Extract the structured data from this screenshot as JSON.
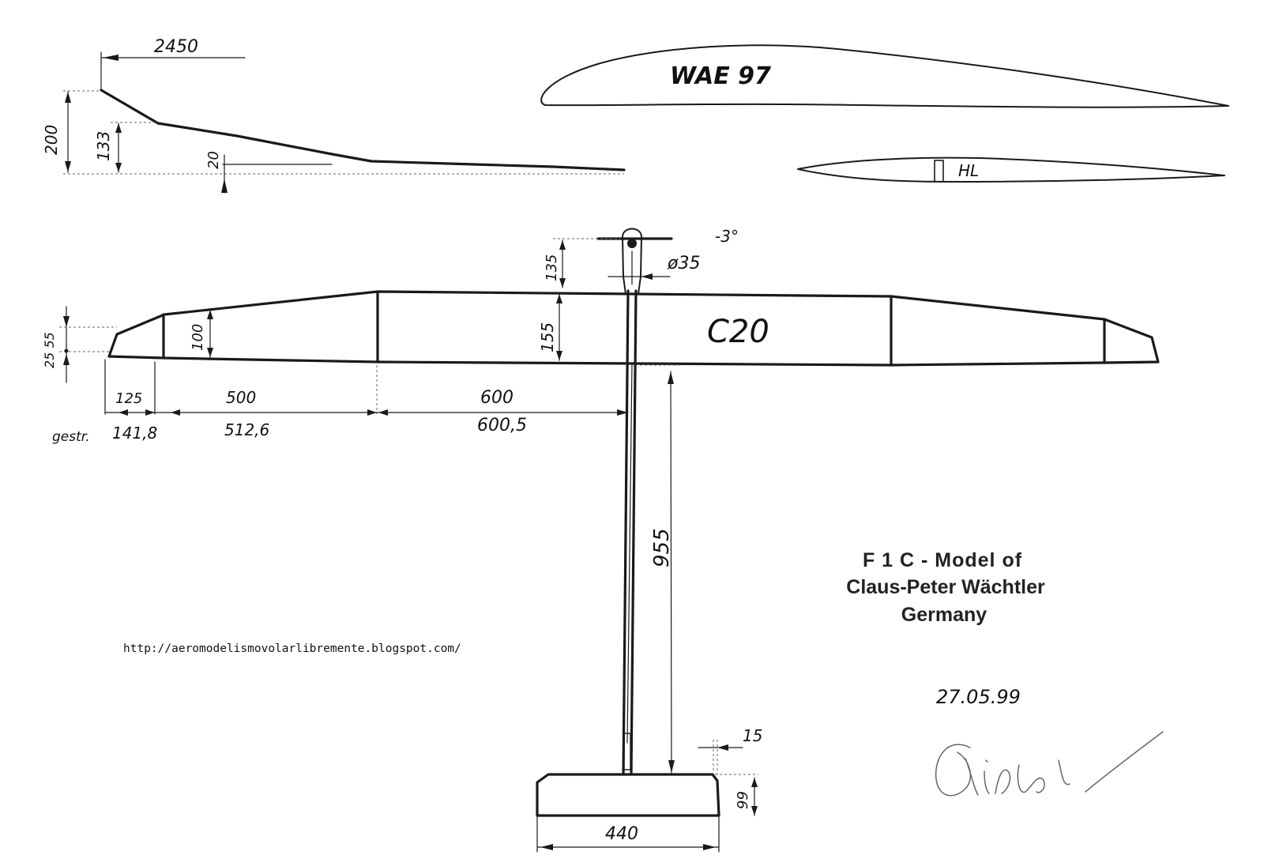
{
  "dihedral_view": {
    "span_label": "2450",
    "height_outer": "200",
    "height_inner": "133",
    "height_center": "20"
  },
  "airfoils": {
    "wing": "WAE 97",
    "stab": "HL"
  },
  "pylon": {
    "height": "135",
    "diameter": "ø35",
    "incidence": "-3°"
  },
  "wing": {
    "tip_height": "25 55",
    "panel_chord": "100",
    "root_chord": "155",
    "model_name": "C20",
    "panels": {
      "tip": "125",
      "mid": "500",
      "center": "600"
    },
    "stretched_label": "gestr.",
    "stretched": {
      "tip": "141,8",
      "mid": "512,6",
      "center": "600,5"
    }
  },
  "fuselage": {
    "tail_moment": "955",
    "fin_offset": "15"
  },
  "stab": {
    "chord": "99",
    "span": "440"
  },
  "title_block": {
    "line1": "F 1 C - Model of",
    "line2": "Claus-Peter Wächtler",
    "line3": "Germany"
  },
  "url": "http://aeromodelismovolarlibremente.blogspot.com/",
  "date": "27.05.99",
  "signature": "Wächtler"
}
